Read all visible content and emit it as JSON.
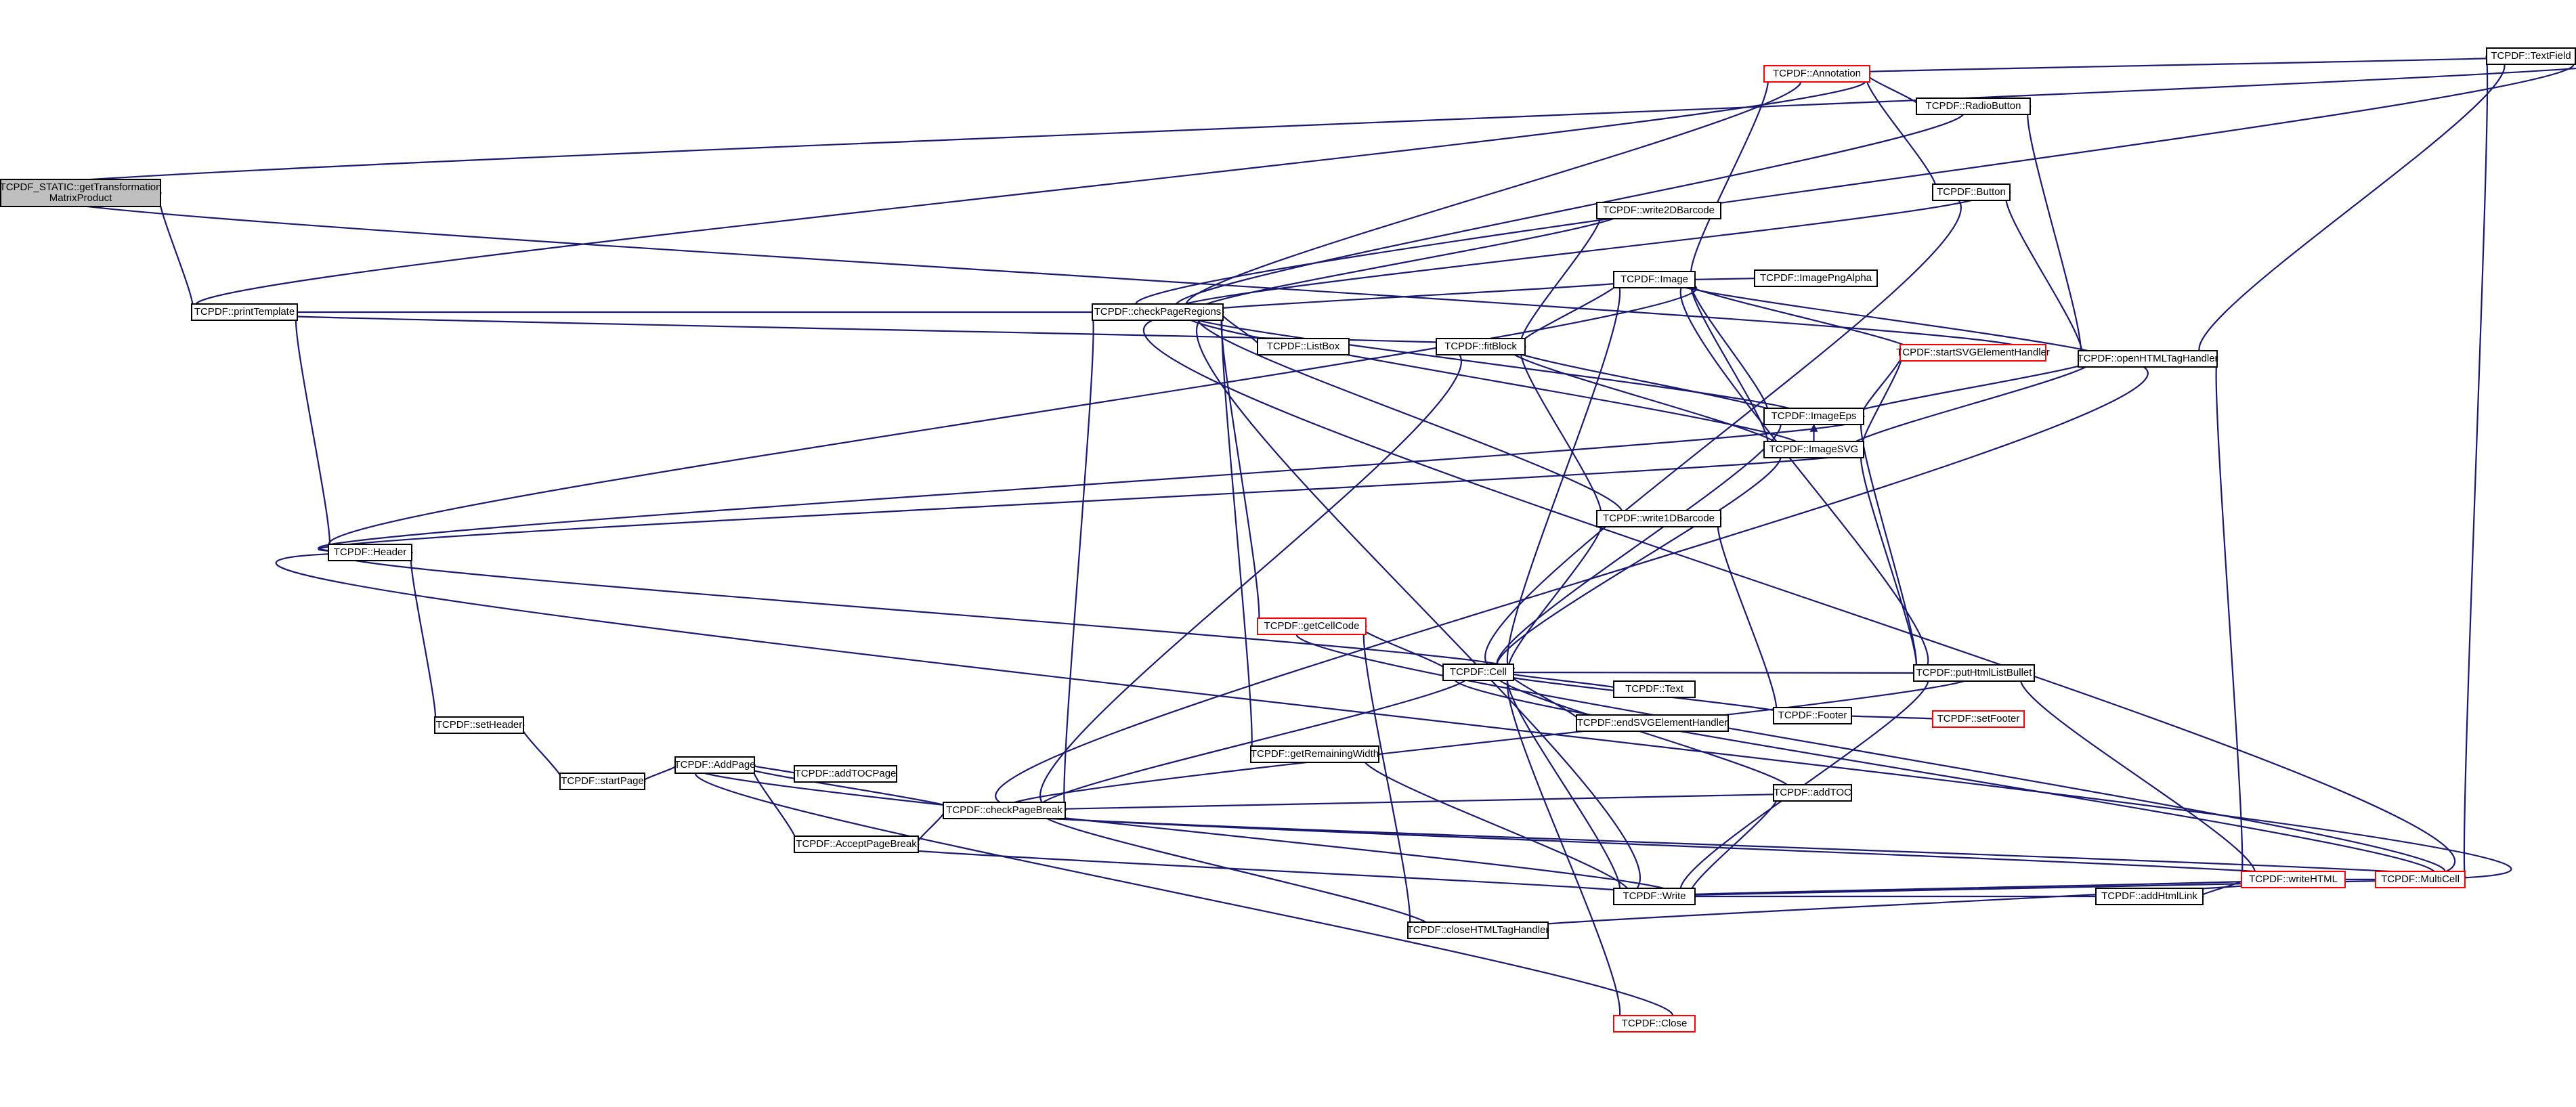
{
  "graph": {
    "colors": {
      "edge": "#191970",
      "node_border": "#000000",
      "node_border_truncated": "#ff0000",
      "root_fill": "#bfbfbf",
      "node_fill": "#ffffff"
    },
    "nodes": [
      {
        "id": "root",
        "lines": [
          "TCPDF_STATIC::getTransformation",
          "MatrixProduct"
        ],
        "style": "root"
      },
      {
        "id": "printTemplate",
        "lines": [
          "TCPDF::printTemplate"
        ]
      },
      {
        "id": "Header",
        "lines": [
          "TCPDF::Header"
        ]
      },
      {
        "id": "setHeader",
        "lines": [
          "TCPDF::setHeader"
        ]
      },
      {
        "id": "startPage",
        "lines": [
          "TCPDF::startPage"
        ]
      },
      {
        "id": "AddPage",
        "lines": [
          "TCPDF::AddPage"
        ]
      },
      {
        "id": "addTOCPage",
        "lines": [
          "TCPDF::addTOCPage"
        ]
      },
      {
        "id": "AcceptPageBreak",
        "lines": [
          "TCPDF::AcceptPageBreak"
        ]
      },
      {
        "id": "checkPageBreak",
        "lines": [
          "TCPDF::checkPageBreak"
        ]
      },
      {
        "id": "checkPageRegions",
        "lines": [
          "TCPDF::checkPageRegions"
        ]
      },
      {
        "id": "ListBox",
        "lines": [
          "TCPDF::ListBox"
        ]
      },
      {
        "id": "getCellCode",
        "lines": [
          "TCPDF::getCellCode"
        ],
        "style": "red"
      },
      {
        "id": "getRemainingWidth",
        "lines": [
          "TCPDF::getRemainingWidth"
        ]
      },
      {
        "id": "closeHTMLTagHandler",
        "lines": [
          "TCPDF::closeHTMLTagHandler"
        ]
      },
      {
        "id": "fitBlock",
        "lines": [
          "TCPDF::fitBlock"
        ]
      },
      {
        "id": "Cell",
        "lines": [
          "TCPDF::Cell"
        ]
      },
      {
        "id": "write2DBarcode",
        "lines": [
          "TCPDF::write2DBarcode"
        ]
      },
      {
        "id": "Image",
        "lines": [
          "TCPDF::Image"
        ]
      },
      {
        "id": "write1DBarcode",
        "lines": [
          "TCPDF::write1DBarcode"
        ]
      },
      {
        "id": "Text",
        "lines": [
          "TCPDF::Text"
        ]
      },
      {
        "id": "endSVGElementHandler",
        "lines": [
          "TCPDF::endSVGElementHandler"
        ]
      },
      {
        "id": "Write",
        "lines": [
          "TCPDF::Write"
        ]
      },
      {
        "id": "Close",
        "lines": [
          "TCPDF::Close"
        ],
        "style": "red"
      },
      {
        "id": "Annotation",
        "lines": [
          "TCPDF::Annotation"
        ],
        "style": "red"
      },
      {
        "id": "ImagePngAlpha",
        "lines": [
          "TCPDF::ImagePngAlpha"
        ]
      },
      {
        "id": "startSVGElementHandler",
        "lines": [
          "TCPDF::startSVGElementHandler"
        ],
        "style": "red"
      },
      {
        "id": "ImageEps",
        "lines": [
          "TCPDF::ImageEps"
        ]
      },
      {
        "id": "ImageSVG",
        "lines": [
          "TCPDF::ImageSVG"
        ]
      },
      {
        "id": "Footer",
        "lines": [
          "TCPDF::Footer"
        ]
      },
      {
        "id": "addTOC",
        "lines": [
          "TCPDF::addTOC"
        ]
      },
      {
        "id": "RadioButton",
        "lines": [
          "TCPDF::RadioButton"
        ]
      },
      {
        "id": "Button",
        "lines": [
          "TCPDF::Button"
        ]
      },
      {
        "id": "putHtmlListBullet",
        "lines": [
          "TCPDF::putHtmlListBullet"
        ]
      },
      {
        "id": "setFooter",
        "lines": [
          "TCPDF::setFooter"
        ],
        "style": "red"
      },
      {
        "id": "addHtmlLink",
        "lines": [
          "TCPDF::addHtmlLink"
        ]
      },
      {
        "id": "openHTMLTagHandler",
        "lines": [
          "TCPDF::openHTMLTagHandler"
        ]
      },
      {
        "id": "writeHTML",
        "lines": [
          "TCPDF::writeHTML"
        ],
        "style": "red"
      },
      {
        "id": "TextField",
        "lines": [
          "TCPDF::TextField"
        ]
      },
      {
        "id": "MultiCell",
        "lines": [
          "TCPDF::MultiCell"
        ],
        "style": "red"
      }
    ],
    "edges": [
      [
        "printTemplate",
        "root"
      ],
      [
        "Header",
        "printTemplate"
      ],
      [
        "TextField",
        "root"
      ],
      [
        "startSVGElementHandler",
        "root"
      ],
      [
        "checkPageRegions",
        "printTemplate"
      ],
      [
        "Annotation",
        "printTemplate"
      ],
      [
        "fitBlock",
        "printTemplate"
      ],
      [
        "setHeader",
        "Header"
      ],
      [
        "startPage",
        "setHeader"
      ],
      [
        "AddPage",
        "startPage"
      ],
      [
        "addTOCPage",
        "AddPage"
      ],
      [
        "AcceptPageBreak",
        "AddPage"
      ],
      [
        "checkPageBreak",
        "AddPage"
      ],
      [
        "Write",
        "AddPage"
      ],
      [
        "Close",
        "AddPage"
      ],
      [
        "checkPageBreak",
        "AcceptPageBreak"
      ],
      [
        "Write",
        "AcceptPageBreak"
      ],
      [
        "Image",
        "Header"
      ],
      [
        "ImageEps",
        "Header"
      ],
      [
        "ImageSVG",
        "Header"
      ],
      [
        "Cell",
        "Header"
      ],
      [
        "MultiCell",
        "Header"
      ],
      [
        "ListBox",
        "checkPageRegions"
      ],
      [
        "getCellCode",
        "checkPageRegions"
      ],
      [
        "getRemainingWidth",
        "checkPageRegions"
      ],
      [
        "write2DBarcode",
        "checkPageRegions"
      ],
      [
        "Image",
        "checkPageRegions"
      ],
      [
        "ImageEps",
        "checkPageRegions"
      ],
      [
        "ImageSVG",
        "checkPageRegions"
      ],
      [
        "write1DBarcode",
        "checkPageRegions"
      ],
      [
        "Annotation",
        "checkPageRegions"
      ],
      [
        "RadioButton",
        "checkPageRegions"
      ],
      [
        "Button",
        "checkPageRegions"
      ],
      [
        "TextField",
        "checkPageRegions"
      ],
      [
        "MultiCell",
        "checkPageRegions"
      ],
      [
        "Write",
        "checkPageRegions"
      ],
      [
        "checkPageBreak",
        "checkPageRegions"
      ],
      [
        "Cell",
        "checkPageBreak"
      ],
      [
        "fitBlock",
        "checkPageBreak"
      ],
      [
        "closeHTMLTagHandler",
        "checkPageBreak"
      ],
      [
        "addTOC",
        "checkPageBreak"
      ],
      [
        "putHtmlListBullet",
        "checkPageBreak"
      ],
      [
        "openHTMLTagHandler",
        "checkPageBreak"
      ],
      [
        "writeHTML",
        "checkPageBreak"
      ],
      [
        "MultiCell",
        "checkPageBreak"
      ],
      [
        "Cell",
        "getCellCode"
      ],
      [
        "closeHTMLTagHandler",
        "getCellCode"
      ],
      [
        "MultiCell",
        "getCellCode"
      ],
      [
        "Write",
        "getRemainingWidth"
      ],
      [
        "writeHTML",
        "closeHTMLTagHandler"
      ],
      [
        "write2DBarcode",
        "fitBlock"
      ],
      [
        "Image",
        "fitBlock"
      ],
      [
        "ImageEps",
        "fitBlock"
      ],
      [
        "ImageSVG",
        "fitBlock"
      ],
      [
        "write1DBarcode",
        "fitBlock"
      ],
      [
        "Text",
        "Cell"
      ],
      [
        "endSVGElementHandler",
        "Cell"
      ],
      [
        "Write",
        "Cell"
      ],
      [
        "Close",
        "Cell"
      ],
      [
        "write1DBarcode",
        "Cell"
      ],
      [
        "Image",
        "Cell"
      ],
      [
        "ImageEps",
        "Cell"
      ],
      [
        "ImageSVG",
        "Cell"
      ],
      [
        "Button",
        "Cell"
      ],
      [
        "Footer",
        "Cell"
      ],
      [
        "addTOC",
        "Cell"
      ],
      [
        "putHtmlListBullet",
        "Cell"
      ],
      [
        "MultiCell",
        "Cell"
      ],
      [
        "Footer",
        "write1DBarcode"
      ],
      [
        "Annotation",
        "Image"
      ],
      [
        "ImagePngAlpha",
        "Image"
      ],
      [
        "startSVGElementHandler",
        "Image"
      ],
      [
        "ImageEps",
        "Image"
      ],
      [
        "ImageSVG",
        "Image"
      ],
      [
        "openHTMLTagHandler",
        "Image"
      ],
      [
        "putHtmlListBullet",
        "Image"
      ],
      [
        "RadioButton",
        "Annotation"
      ],
      [
        "Button",
        "Annotation"
      ],
      [
        "TextField",
        "Annotation"
      ],
      [
        "startSVGElementHandler",
        "ImageEps"
      ],
      [
        "ImageSVG",
        "ImageEps"
      ],
      [
        "openHTMLTagHandler",
        "ImageEps"
      ],
      [
        "putHtmlListBullet",
        "ImageEps"
      ],
      [
        "startSVGElementHandler",
        "ImageSVG"
      ],
      [
        "openHTMLTagHandler",
        "ImageSVG"
      ],
      [
        "putHtmlListBullet",
        "ImageSVG"
      ],
      [
        "setFooter",
        "Footer"
      ],
      [
        "addTOC",
        "Write"
      ],
      [
        "putHtmlListBullet",
        "Write"
      ],
      [
        "addHtmlLink",
        "Write"
      ],
      [
        "writeHTML",
        "Write"
      ],
      [
        "MultiCell",
        "Write"
      ],
      [
        "writeHTML",
        "addHtmlLink"
      ],
      [
        "MultiCell",
        "writeHTML"
      ],
      [
        "writeHTML",
        "MultiCell"
      ],
      [
        "openHTMLTagHandler",
        "RadioButton"
      ],
      [
        "openHTMLTagHandler",
        "Button"
      ],
      [
        "openHTMLTagHandler",
        "TextField"
      ],
      [
        "writeHTML",
        "openHTMLTagHandler"
      ],
      [
        "writeHTML",
        "putHtmlListBullet"
      ],
      [
        "MultiCell",
        "TextField"
      ]
    ]
  }
}
